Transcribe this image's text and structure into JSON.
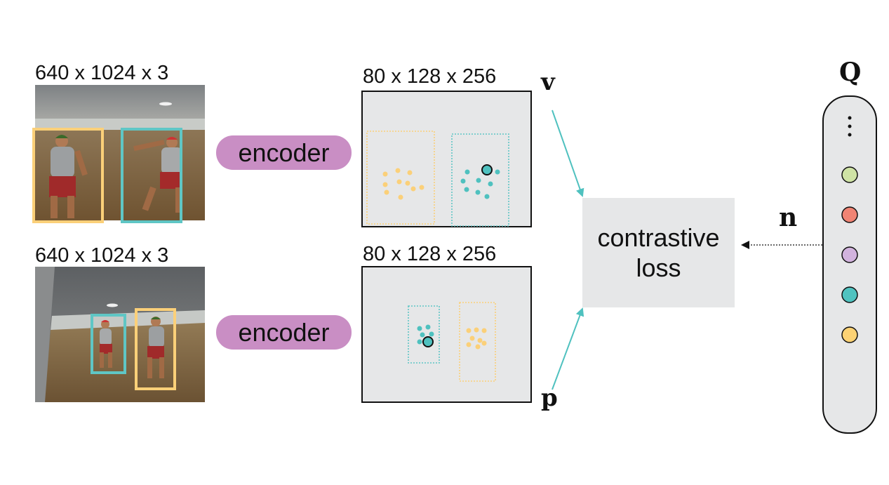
{
  "top_row": {
    "input_dims": "640 x 1024 x 3",
    "encoder_label": "encoder",
    "feature_dims": "80 x 128 x 256",
    "vector_label": "v"
  },
  "bottom_row": {
    "input_dims": "640 x 1024 x 3",
    "encoder_label": "encoder",
    "feature_dims": "80 x 128 x 256",
    "vector_label": "p"
  },
  "loss": {
    "line1": "contrastive",
    "line2": "loss"
  },
  "queue": {
    "title": "Q",
    "negative_label": "n",
    "entries": [
      {
        "color": "#cfe3a5"
      },
      {
        "color": "#f08474"
      },
      {
        "color": "#d2b3de"
      },
      {
        "color": "#50c3c0"
      },
      {
        "color": "#fcd274"
      }
    ]
  },
  "colors": {
    "person_a_box": "#fbd079",
    "person_b_box": "#5fc6c5",
    "arrow": "#4fc1bf",
    "encoder_fill": "#c98ec4",
    "panel_fill": "#e6e7e8"
  }
}
